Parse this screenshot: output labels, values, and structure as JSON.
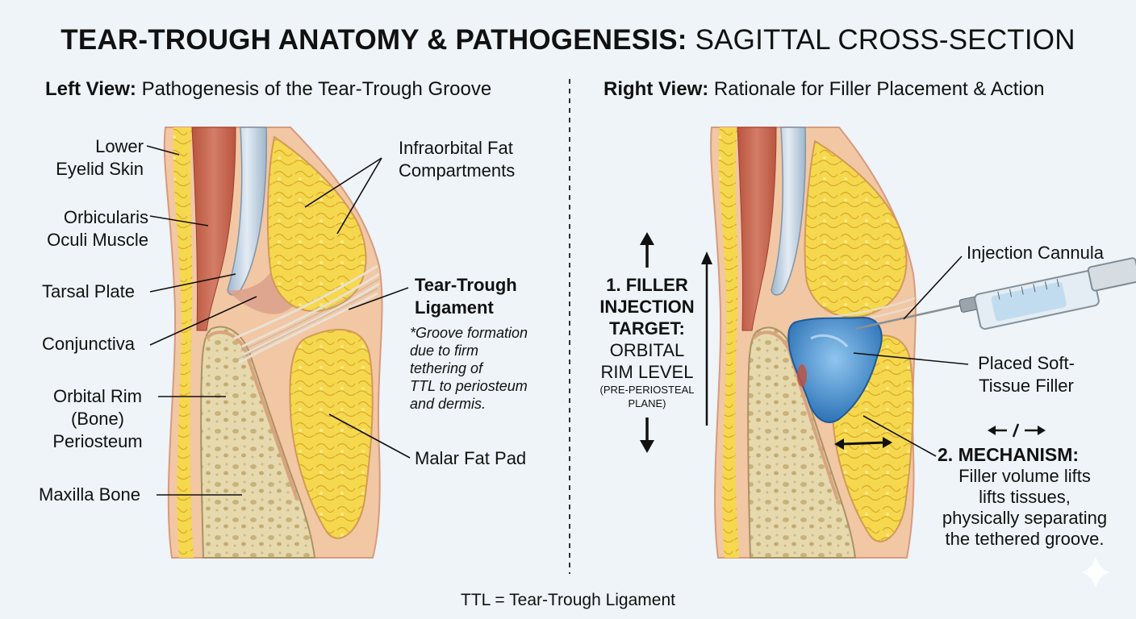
{
  "title": {
    "bold": "TEAR-TROUGH ANATOMY & PATHOGENESIS:",
    "regular": " SAGITTAL CROSS-SECTION"
  },
  "left_view": {
    "heading_bold": "Left View:",
    "heading_rest": " Pathogenesis of the Tear-Trough Groove",
    "labels": {
      "lower_eyelid_skin_1": "Lower",
      "lower_eyelid_skin_2": "Eyelid Skin",
      "orbicularis_1": "Orbicularis",
      "orbicularis_2": "Oculi Muscle",
      "tarsal_plate": "Tarsal Plate",
      "conjunctiva": "Conjunctiva",
      "orbital_rim_1": "Orbital Rim",
      "orbital_rim_2": "(Bone)",
      "orbital_rim_3": "Periosteum",
      "maxilla_bone": "Maxilla Bone",
      "infraorbital_fat_1": "Infraorbital Fat",
      "infraorbital_fat_2": "Compartments",
      "ttl_1": "Tear-Trough",
      "ttl_2": "Ligament",
      "ttl_note_1": "*Groove formation",
      "ttl_note_2": "due to firm",
      "ttl_note_3": "tethering of",
      "ttl_note_4": "TTL to periosteum",
      "ttl_note_5": "and dermis.",
      "malar_fat_pad": "Malar Fat Pad"
    }
  },
  "right_view": {
    "heading_bold": "Right View:",
    "heading_rest": " Rationale for Filler Placement & Action",
    "target": {
      "line1": "1. FILLER",
      "line2": "INJECTION",
      "line3": "TARGET:",
      "line4": "ORBITAL",
      "line5": "RIM LEVEL",
      "line6": "(PRE-PERIOSTEAL",
      "line7": "PLANE)"
    },
    "labels": {
      "injection_cannula": "Injection Cannula",
      "filler_1": "Placed Soft-",
      "filler_2": "Tissue Filler",
      "mech_symbol": "←/→",
      "mech_title": "2. MECHANISM:",
      "mech_1": "Filler volume lifts",
      "mech_2": "lifts tissues,",
      "mech_3": "physically separating",
      "mech_4": "the tethered groove."
    }
  },
  "footer": "TTL = Tear-Trough Ligament",
  "colors": {
    "background": "#eef4f7",
    "skin": "#f3c9a6",
    "fat": "#f5d64a",
    "muscle": "#c96a55",
    "bone": "#e9dcb4",
    "tarsal": "#c8d8e6",
    "filler": "#3d86c9",
    "ligament": "#e8e2d8"
  }
}
